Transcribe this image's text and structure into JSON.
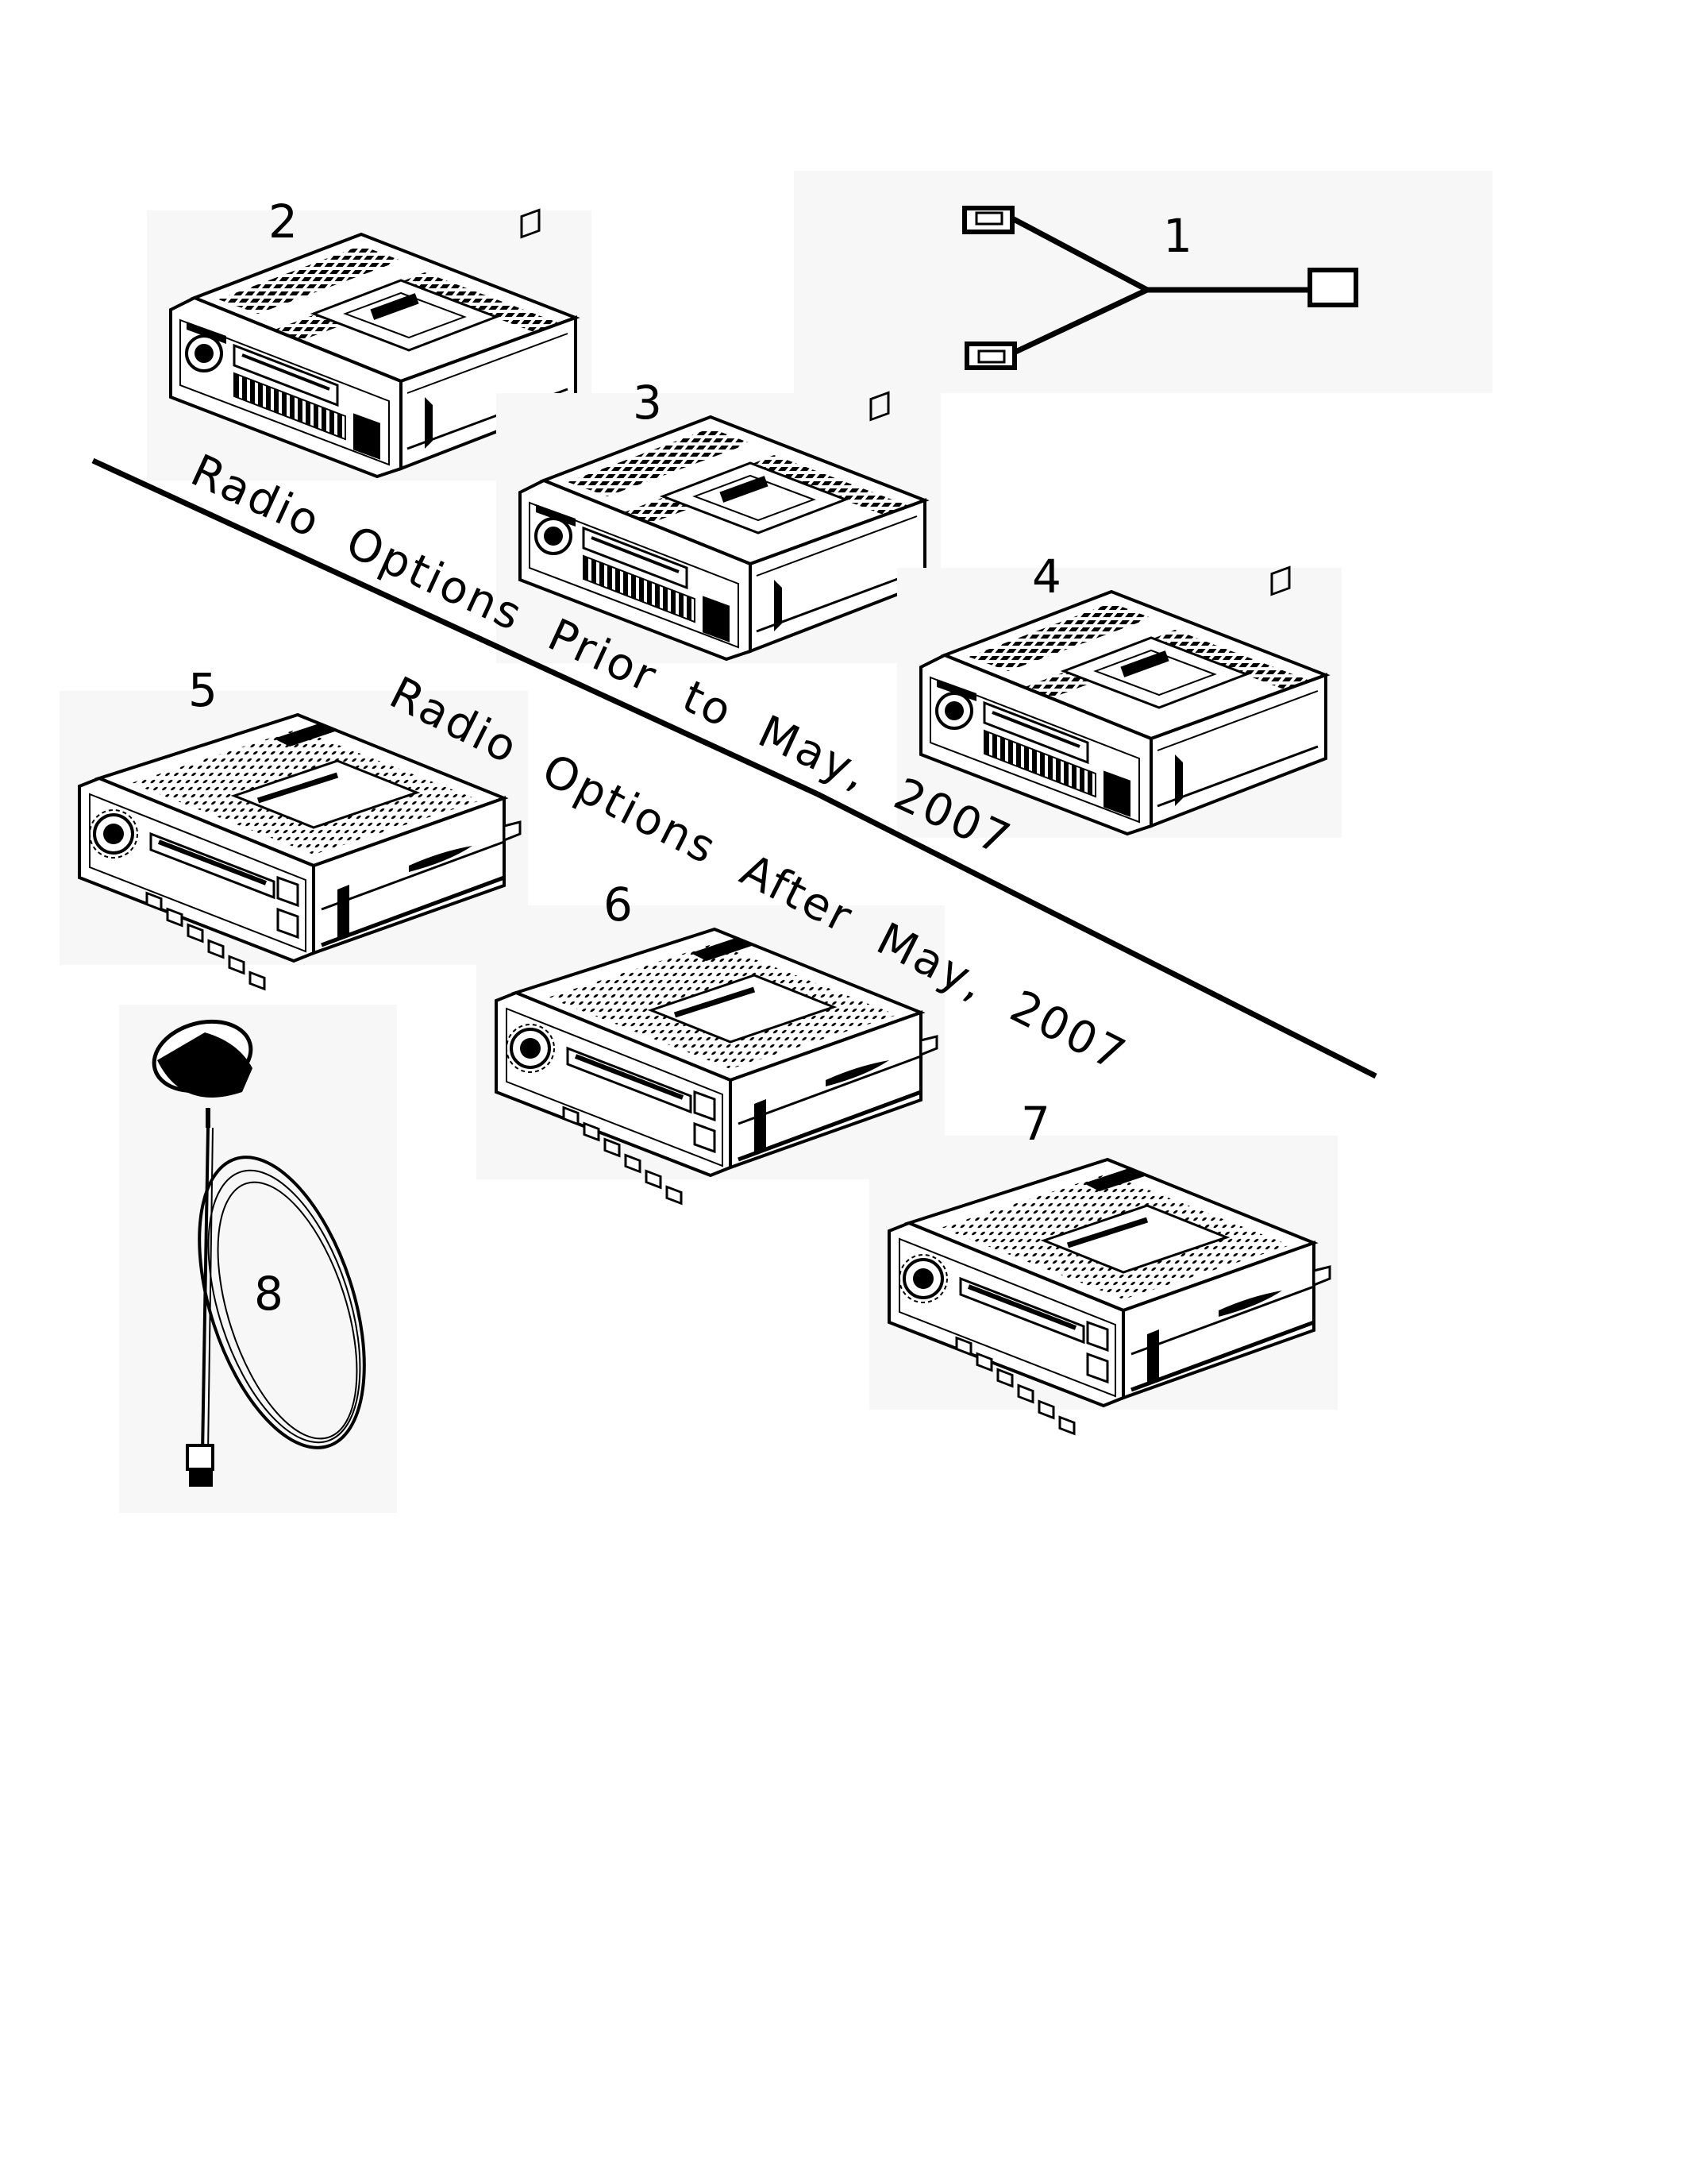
{
  "colors": {
    "line": "#000000",
    "panel": "#f7f7f7",
    "background": "#ffffff"
  },
  "dividers": {
    "caption_prior": "Radio Options Prior to May, 2007",
    "caption_after": "Radio Options After May, 2007"
  },
  "parts": [
    {
      "callout": "1",
      "kind": "wiring-harness"
    },
    {
      "callout": "2",
      "kind": "radio-cassette"
    },
    {
      "callout": "3",
      "kind": "radio-cassette"
    },
    {
      "callout": "4",
      "kind": "radio-cassette"
    },
    {
      "callout": "5",
      "kind": "radio-cd"
    },
    {
      "callout": "6",
      "kind": "radio-cd"
    },
    {
      "callout": "7",
      "kind": "radio-cd"
    },
    {
      "callout": "8",
      "kind": "satellite-antenna"
    }
  ]
}
